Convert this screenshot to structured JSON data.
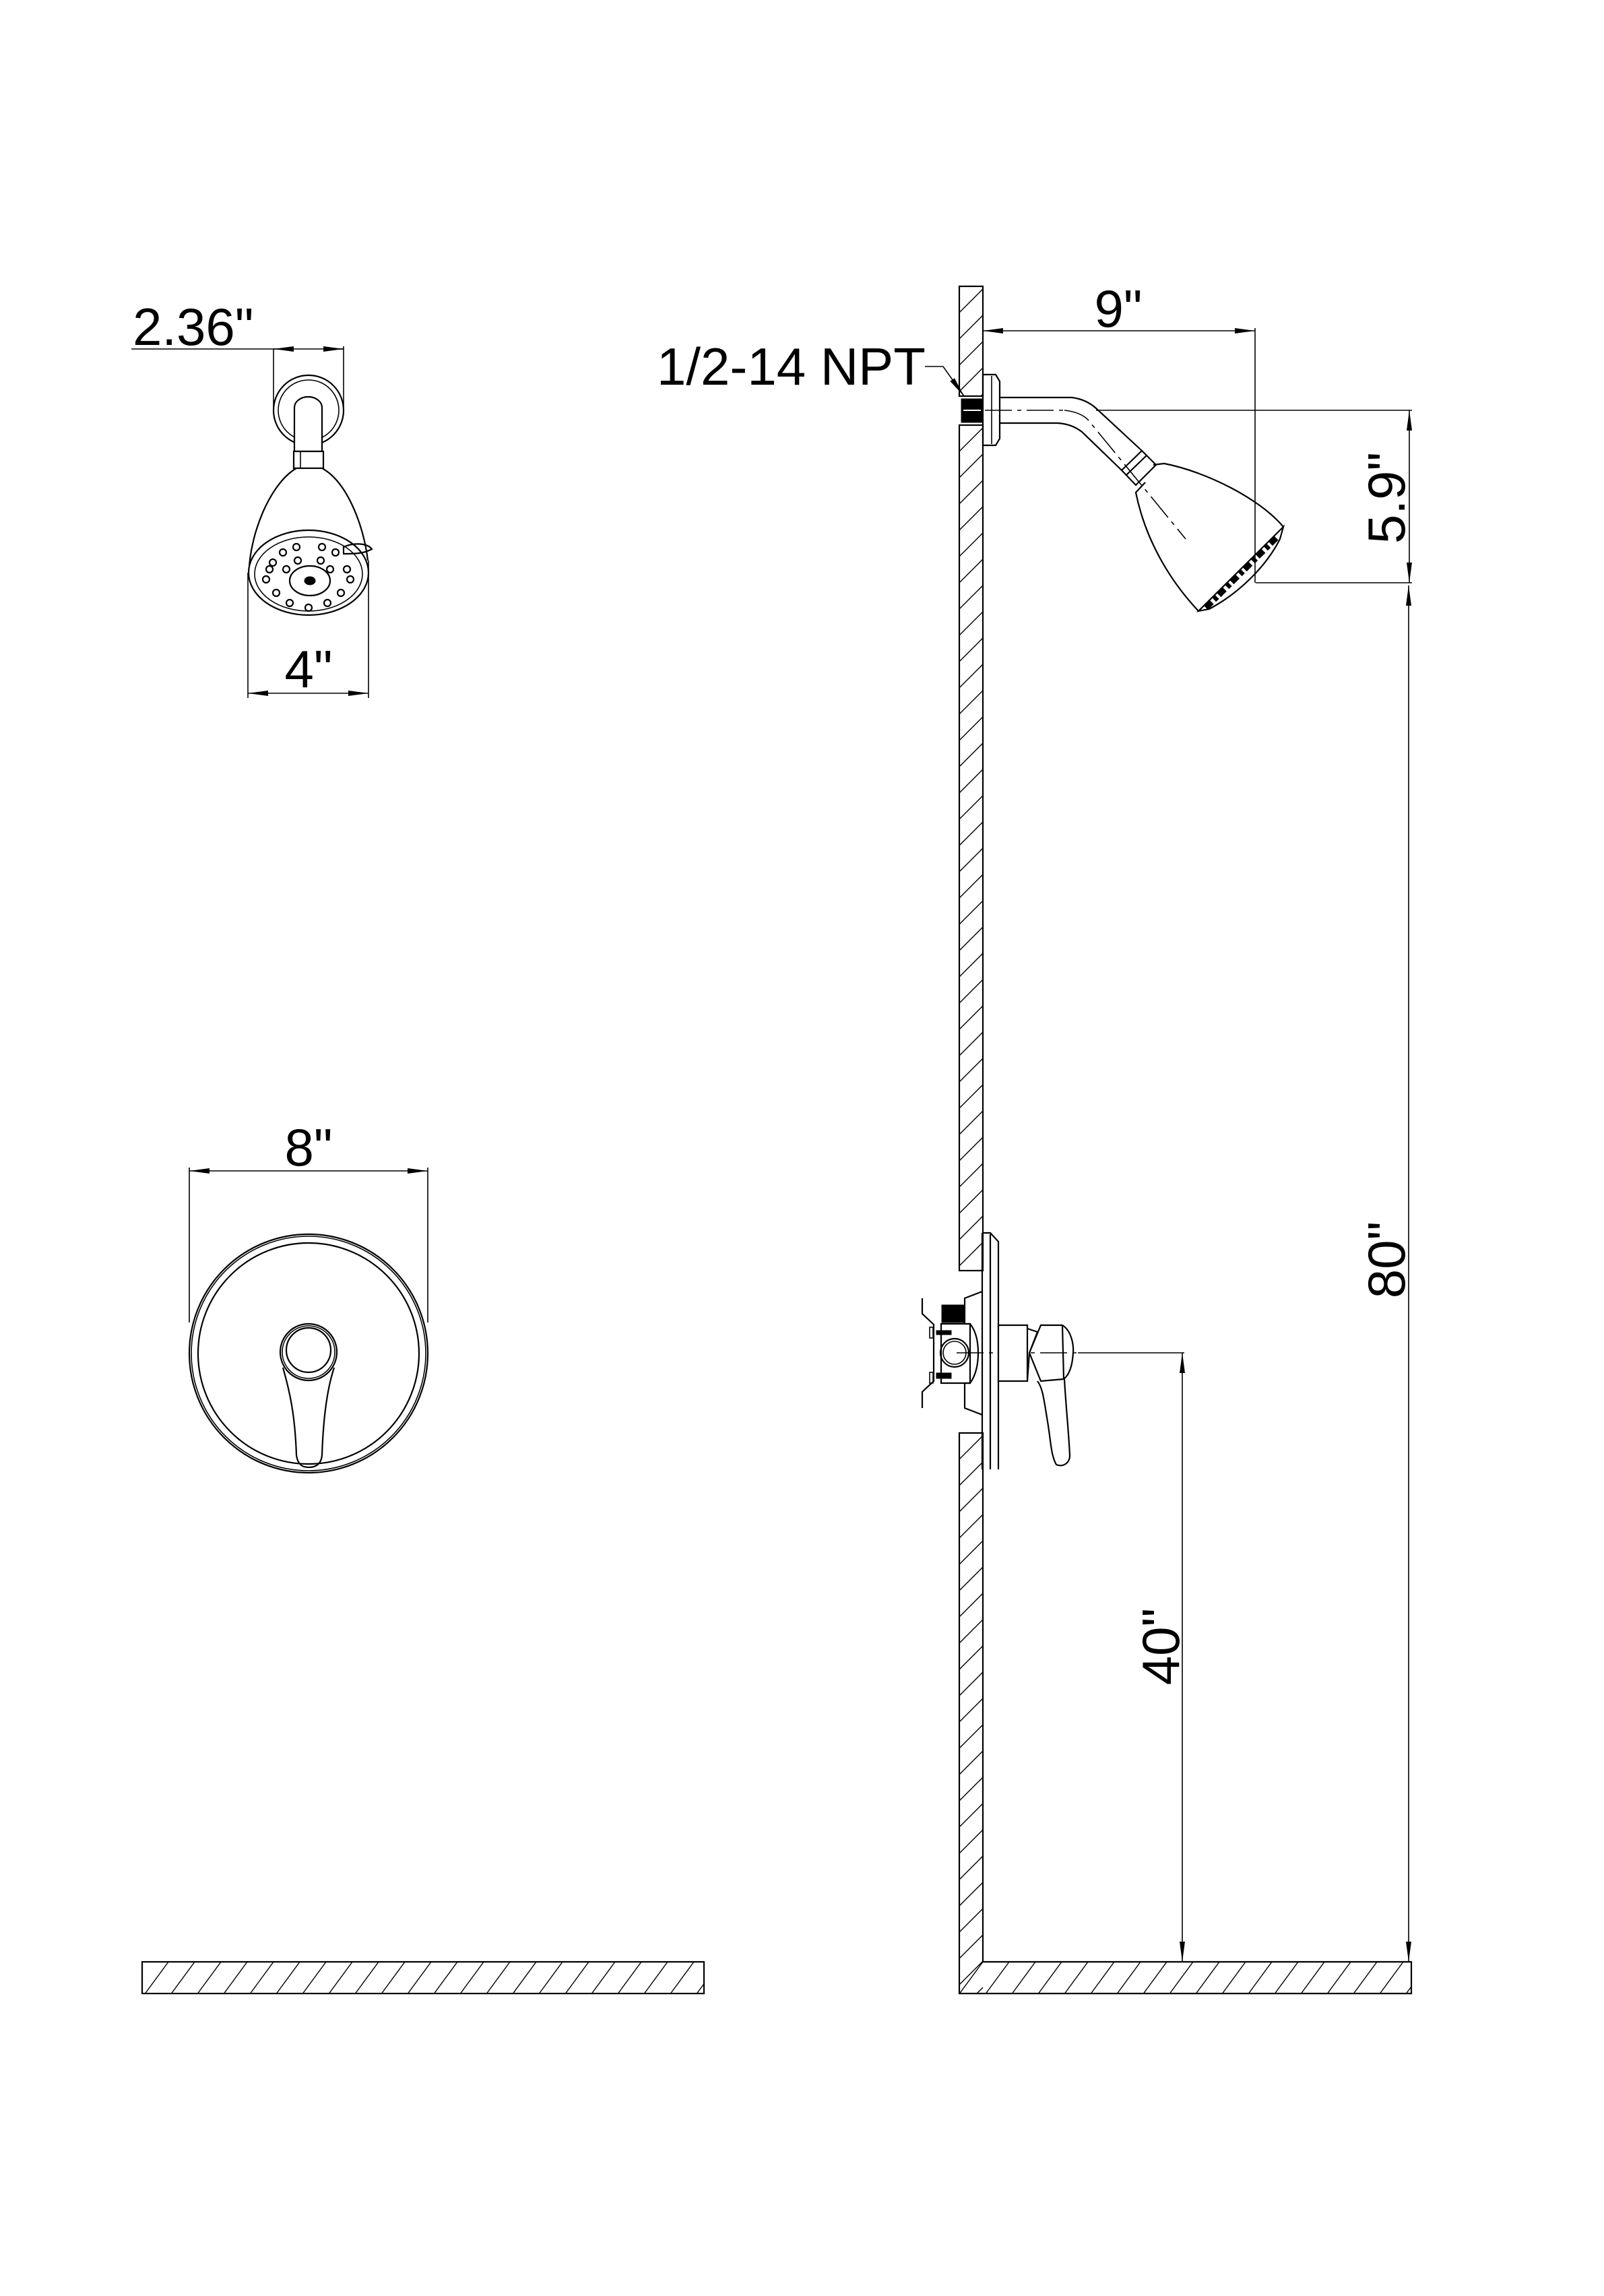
{
  "drawing": {
    "front_showerhead": {
      "arm_spacing_label": "2.36\"",
      "head_diameter_label": "4\""
    },
    "front_valve": {
      "trim_diameter_label": "8\""
    },
    "side_view": {
      "thread_spec_label": "1/2-14 NPT",
      "arm_reach_label": "9\"",
      "head_drop_label": "5.9\"",
      "head_height_label": "80\"",
      "valve_height_label": "40\""
    }
  }
}
